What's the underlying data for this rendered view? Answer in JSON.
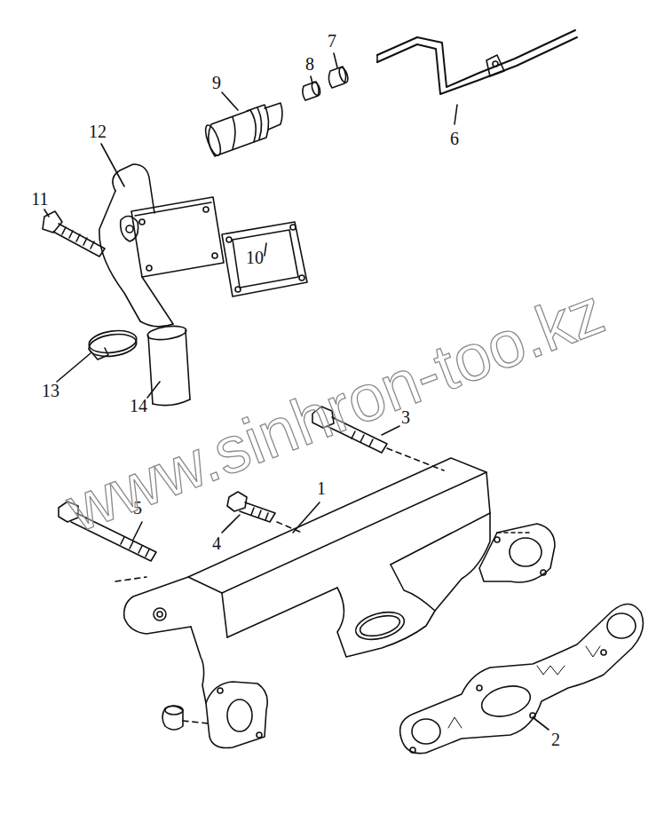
{
  "diagram": {
    "labels": [
      "1",
      "2",
      "3",
      "4",
      "5",
      "6",
      "7",
      "8",
      "9",
      "10",
      "11",
      "12",
      "13",
      "14",
      "www.sinhron-too.kz"
    ]
  }
}
